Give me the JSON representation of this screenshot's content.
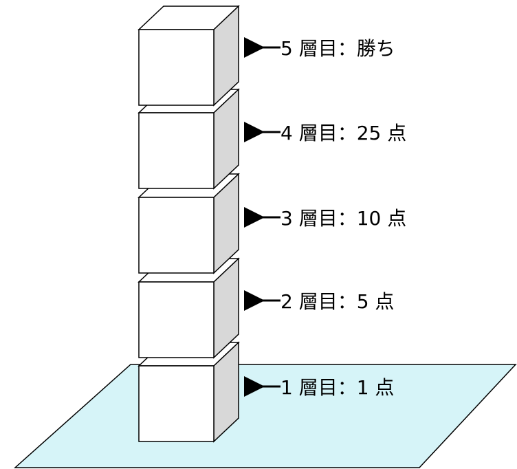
{
  "colors": {
    "floor": "#d6f4f8",
    "cube_face": "#ffffff",
    "cube_side": "#d8d8d8",
    "stroke": "#000000"
  },
  "layers": [
    {
      "text": "5 層目：勝ち"
    },
    {
      "text": "4 層目：25 点"
    },
    {
      "text": "3 層目：10 点"
    },
    {
      "text": "2 層目：5 点"
    },
    {
      "text": "1 層目：1 点"
    }
  ]
}
